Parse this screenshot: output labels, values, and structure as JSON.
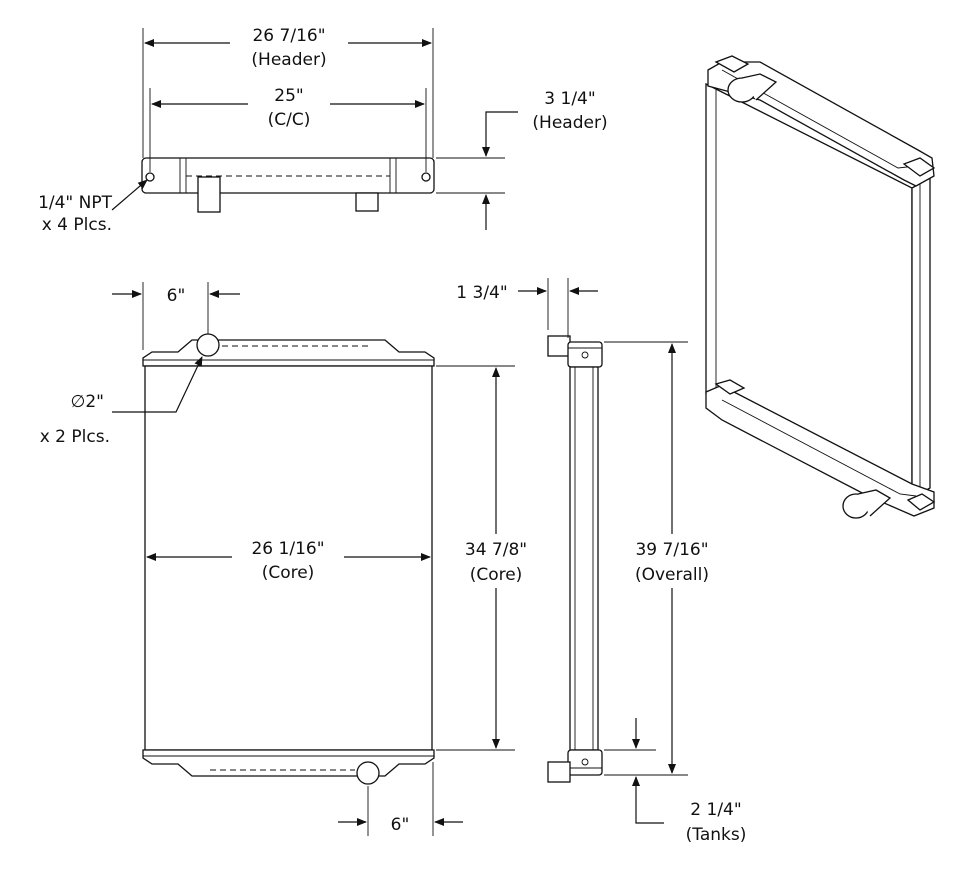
{
  "drawing": {
    "header_width": {
      "value": "26 7/16\"",
      "note": "(Header)"
    },
    "header_cc": {
      "value": "25\"",
      "note": "(C/C)"
    },
    "header_height": {
      "value": "3 1/4\"",
      "note": "(Header)"
    },
    "npt_callout": {
      "line1": "1/4\" NPT",
      "line2": "x 4 Plcs."
    },
    "top_inlet_offset": {
      "value": "6\""
    },
    "inlet_callout": {
      "line1": "∅2\"",
      "line2": "x 2 Plcs."
    },
    "core_width": {
      "value": "26 1/16\"",
      "note": "(Core)"
    },
    "core_height": {
      "value": "34 7/8\"",
      "note": "(Core)"
    },
    "side_depth": {
      "value": "1 3/4\""
    },
    "overall_height": {
      "value": "39 7/16\"",
      "note": "(Overall)"
    },
    "tank_height": {
      "value": "2 1/4\"",
      "note": "(Tanks)"
    },
    "bottom_outlet_offset": {
      "value": "6\""
    }
  },
  "colors": {
    "ink": "#111111",
    "paper": "#ffffff"
  }
}
